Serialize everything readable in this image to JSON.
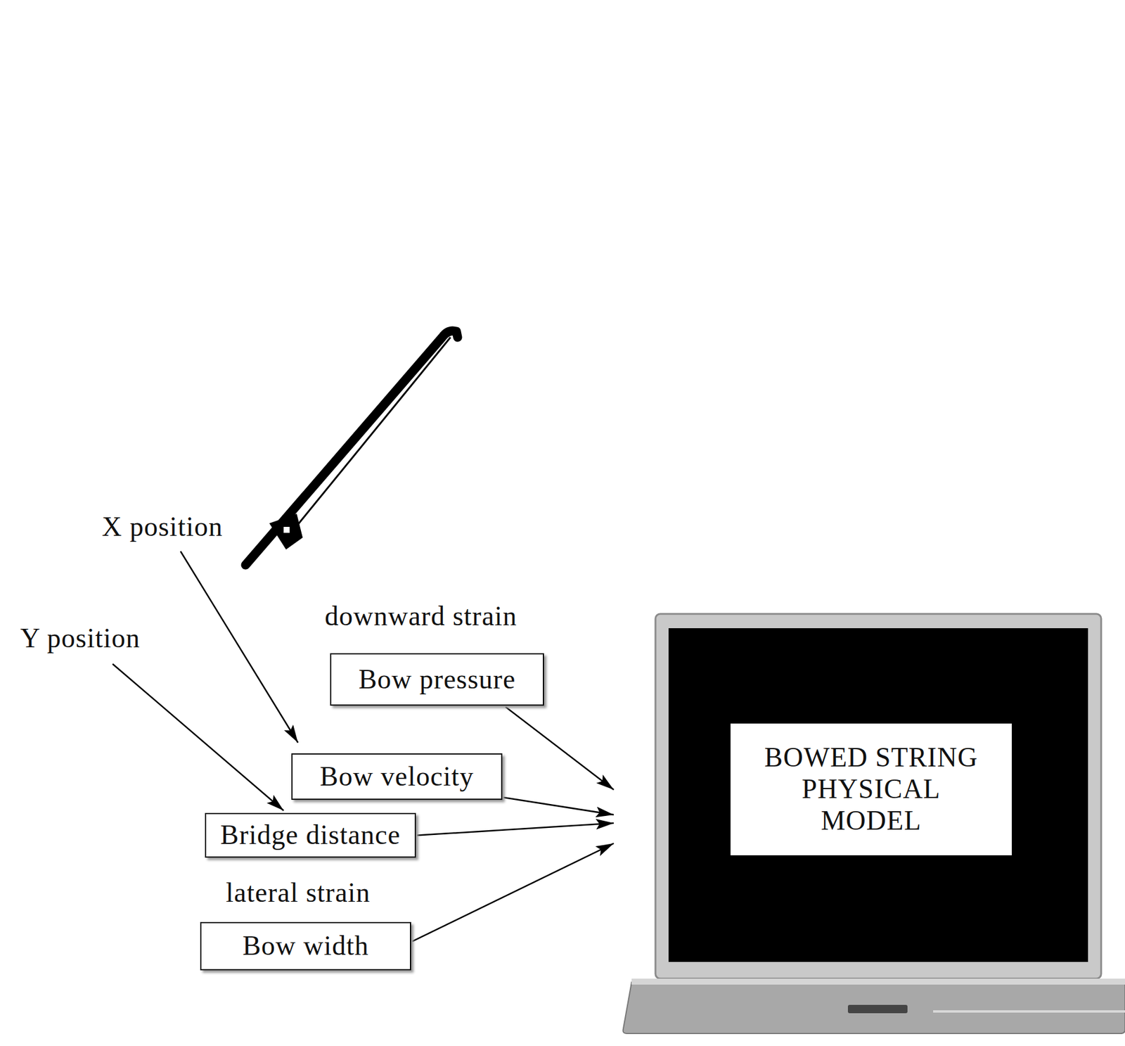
{
  "diagram": {
    "nodes": [
      {
        "text": [
          "Bow pressure"
        ]
      },
      {
        "text": [
          "Bow velocity"
        ]
      },
      {
        "text": [
          "Bridge distance"
        ]
      },
      {
        "text": [
          "Bow width"
        ]
      },
      {
        "text": [
          "BOWED STRING PHYSICAL MODEL"
        ]
      }
    ],
    "edges": [
      {
        "from": 0,
        "to": 4,
        "arrow": "to"
      },
      {
        "from": 1,
        "to": 4,
        "arrow": "to"
      },
      {
        "from": 2,
        "to": 4,
        "arrow": "to"
      },
      {
        "from": 3,
        "to": 4,
        "arrow": "to"
      }
    ],
    "labels": [
      "X position",
      "Y position",
      "downward strain",
      "lateral strain"
    ]
  }
}
